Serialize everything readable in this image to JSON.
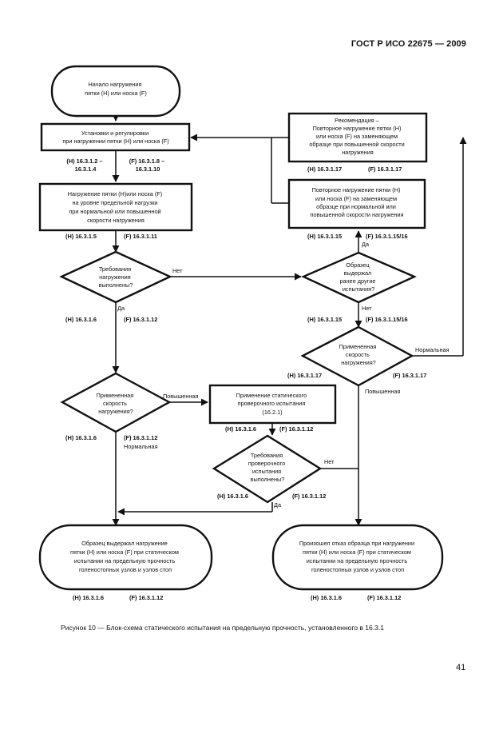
{
  "header": {
    "standard": "ГОСТ Р ИСО 22675 — 2009"
  },
  "page_number": "41",
  "caption": "Рисунок 10 — Блок-схема статического испытания на предельную прочность, установленного в 16.3.1",
  "nodes": {
    "start": [
      "Начало нагружения",
      "пятки (H) или носка (F)"
    ],
    "setup": [
      "Установки и регулировки",
      "при нагружении пятки (H) или носка (F)"
    ],
    "setup_ref_h": [
      "(H) 16.3.1.2 –",
      "16.3.1.4"
    ],
    "setup_ref_f": [
      "(F) 16.3.1.8 –",
      "16.3.1.10"
    ],
    "load": [
      "Нагружение пятки (H)или носка (F)",
      "на уровне предельной нагрузки",
      "при нормальной или повышенной",
      "скорости нагружения"
    ],
    "load_ref_h": "(H) 16.3.1.5",
    "load_ref_f": "(F) 16.3.1.11",
    "req_met": [
      "Требования",
      "нагружения",
      "выполнены?"
    ],
    "req_ref_h": "(H) 16.3.1.6",
    "req_ref_f": "(F) 16.3.1.12",
    "speed1": [
      "Примененная",
      "скорость",
      "нагружения?"
    ],
    "speed1_ref_h": "(H) 16.3.1.6",
    "speed1_ref_f": "(F) 16.3.1.12",
    "proof": [
      "Применение статического",
      "проверочного испытания",
      "(16.2.1)"
    ],
    "proof_ref_h": "(H) 16.3.1.6",
    "proof_ref_f": "(F) 16.3.1.12",
    "proof_req": [
      "Требования",
      "проверочного",
      "испытания",
      "выполнены?"
    ],
    "proof_req_ref_h": "(H) 16.3.1.6",
    "proof_req_ref_f": "(F) 16.3.1.12",
    "pass": [
      "Образец выдержал нагружение",
      "пятки (H) или носка (F) при статическом",
      "испытании на предельную прочность",
      "голеностопных узлов и узлов стоп"
    ],
    "pass_ref_h": "(H) 16.3.1.6",
    "pass_ref_f": "(F) 16.3.1.12",
    "recommend": [
      "Рекомендация –",
      "Повторное нагружение пятки (H)",
      "или носка (F) на заменяющем",
      "образце при повышенной скорости",
      "нагружения"
    ],
    "recommend_ref_h": "(H) 16.3.1.17",
    "recommend_ref_f": "(F) 16.3.1.17",
    "repeat": [
      "Повторное нагружение пятки (H)",
      "или носка (F) на заменяющем",
      "образце при нормальной или",
      "повышенной скорости нагружения"
    ],
    "repeat_ref_h": "(H) 16.3.1.15",
    "repeat_ref_f": "(F) 16.3.1.15/16",
    "withstood": [
      "Образец",
      "выдержал",
      "ранее другие",
      "испытания?"
    ],
    "withstood_ref_h": "(H) 16.3.1.15",
    "withstood_ref_f": "(F) 16.3.1.15/16",
    "speed2": [
      "Примененная",
      "скорость",
      "нагружения?"
    ],
    "speed2_ref_h": "(H) 16.3.1.17",
    "speed2_ref_f": "(F) 16.3.1.17",
    "fail": [
      "Произошел отказ образца при нагружении",
      "пятки (H) или носка (F) при статическом",
      "испытании на предельную прочность",
      "голеностопных узлов и узлов стоп"
    ],
    "fail_ref_h": "(H) 16.3.1.6",
    "fail_ref_f": "(F) 16.3.1.12"
  },
  "labels": {
    "yes": "Да",
    "no": "Нет",
    "increased": "Повышенная",
    "normal": "Нормальная"
  }
}
